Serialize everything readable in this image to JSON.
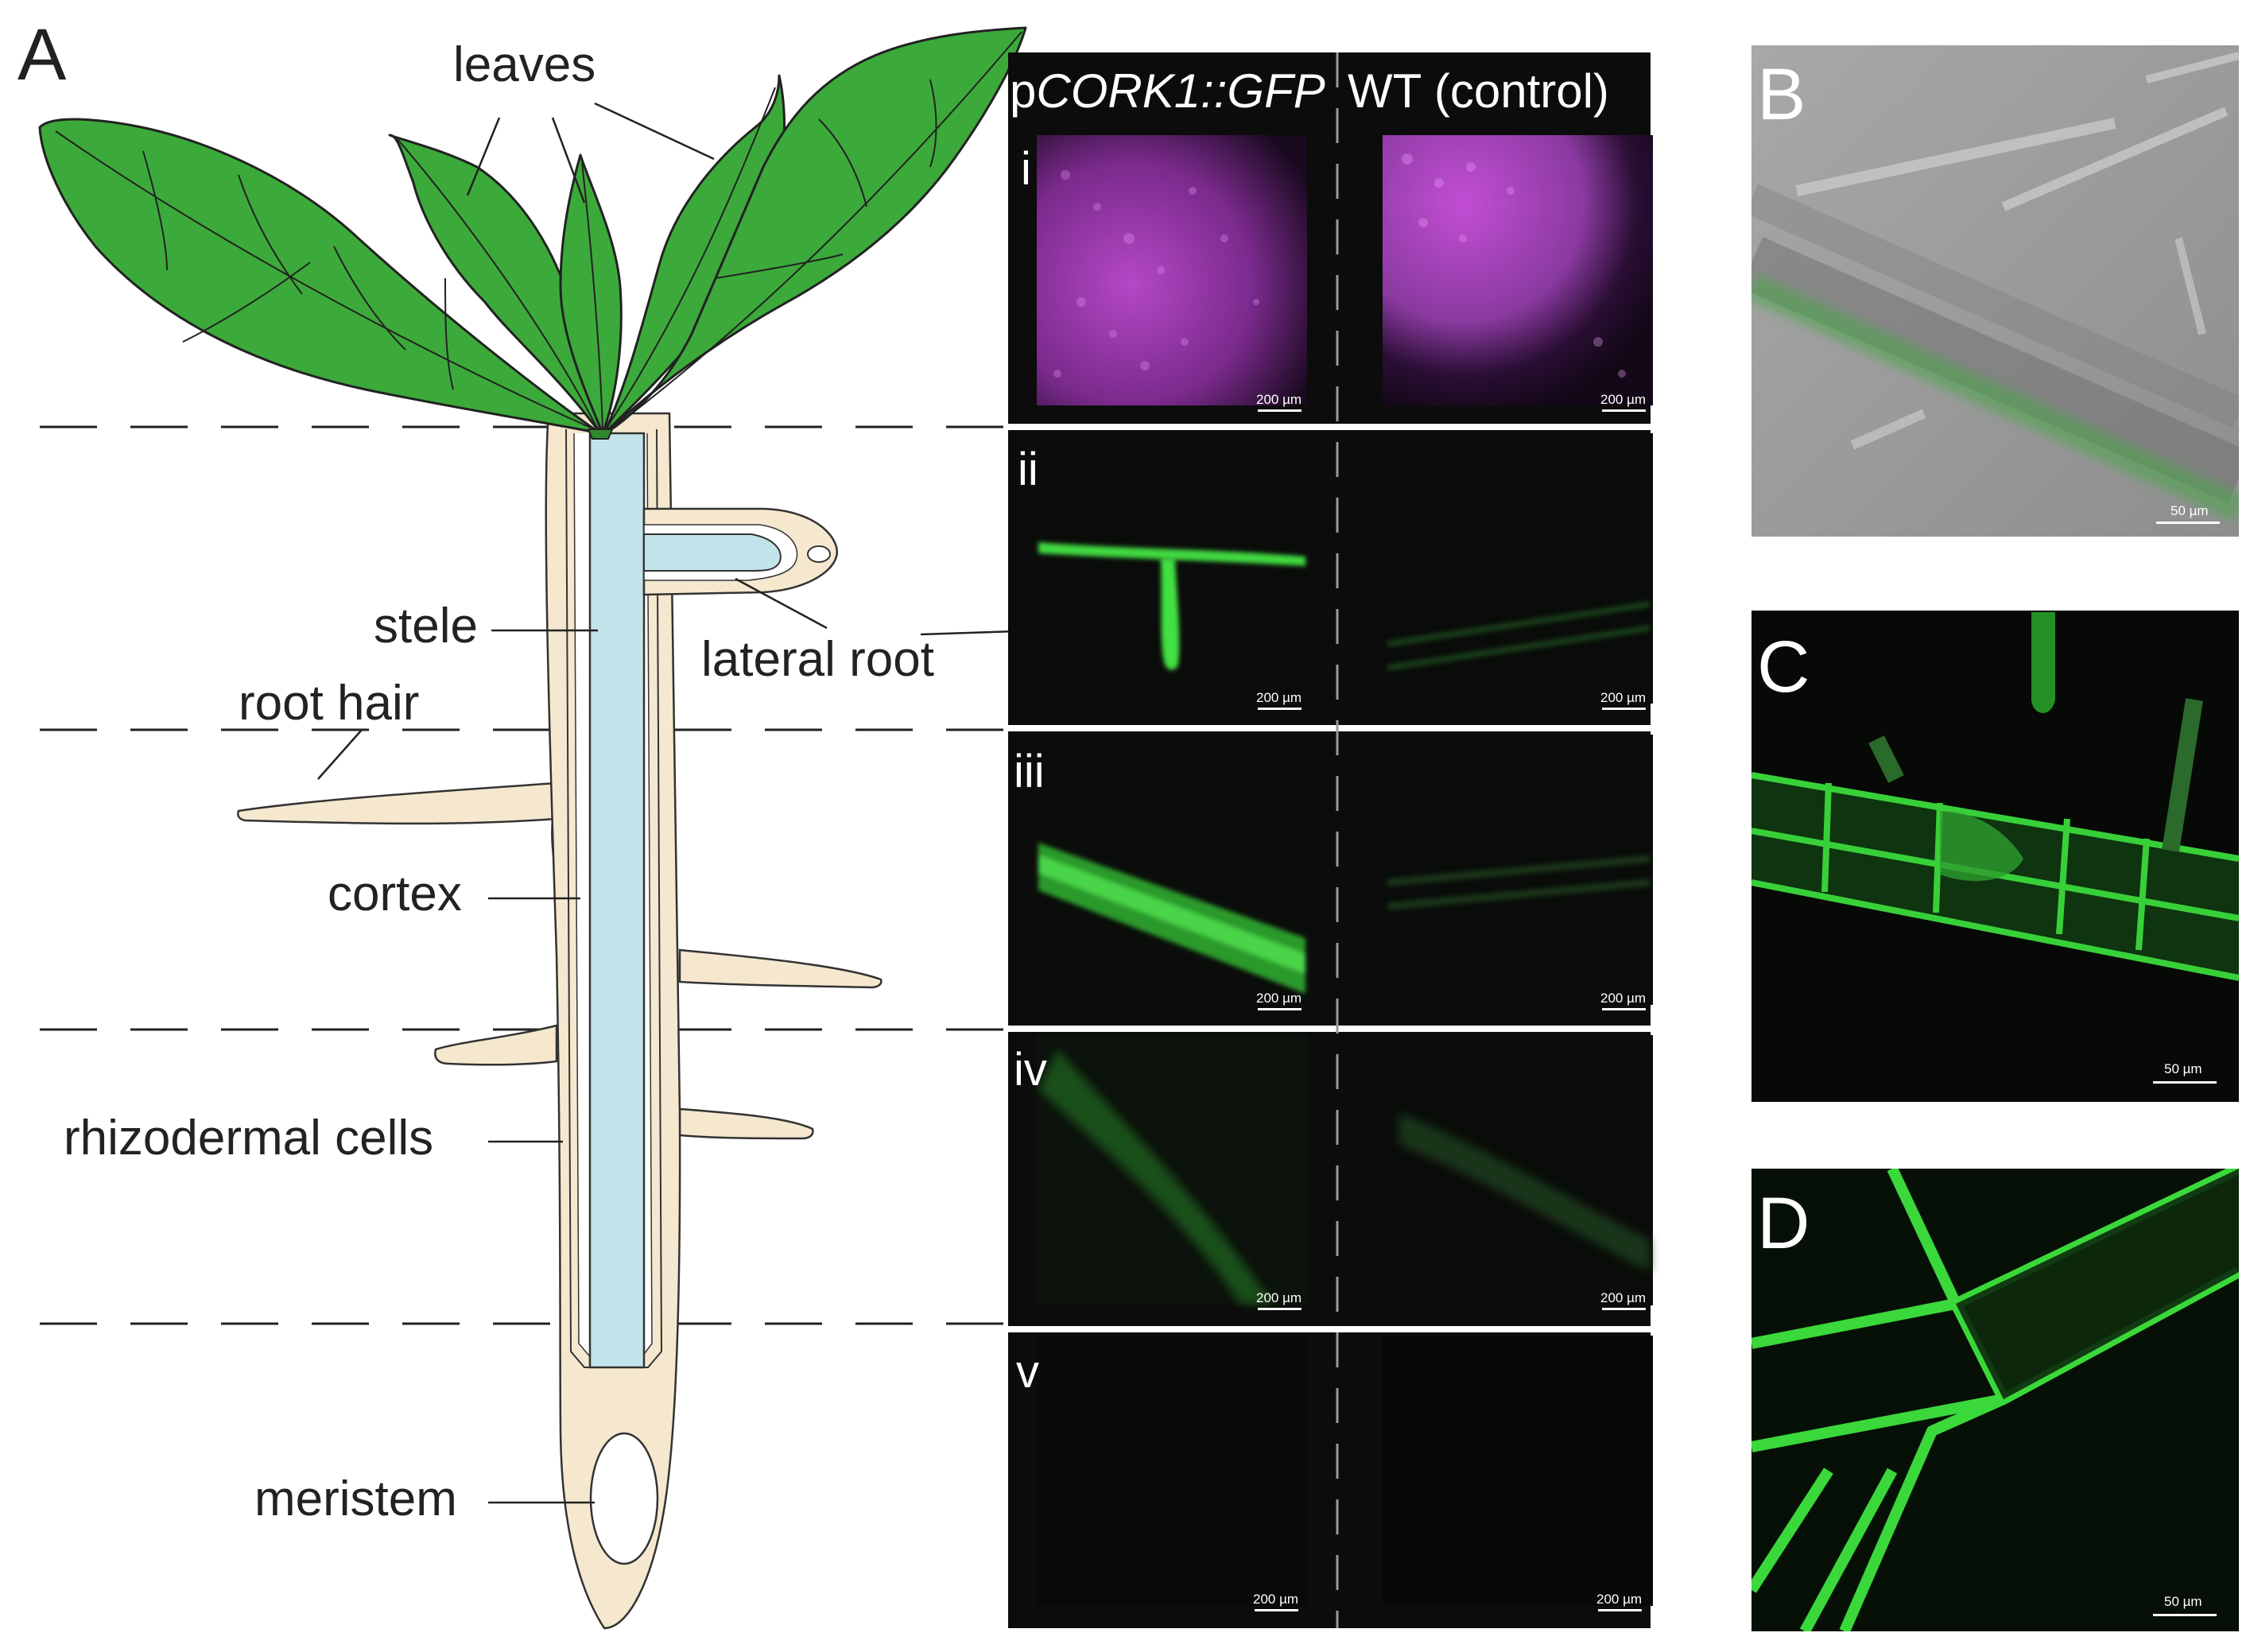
{
  "panel_letters": {
    "a": "A",
    "b": "B",
    "c": "C",
    "d": "D"
  },
  "diagram": {
    "leaves": "leaves",
    "stele": "stele",
    "lateral_root": "lateral root",
    "root_hair": "root hair",
    "cortex": "cortex",
    "rhizodermal_cells": "rhizodermal cells",
    "meristem": "meristem"
  },
  "headers": {
    "reporter_prefix": "p",
    "reporter_gene": "CORK1::GFP",
    "control": "WT (control)"
  },
  "rows": [
    "i",
    "ii",
    "iii",
    "iv",
    "v"
  ],
  "scale_bars": {
    "grid": "200 µm",
    "detail": "50 µm"
  },
  "colors": {
    "leaf": "#3caa3a",
    "root": "#f5e8cf",
    "stele": "#c3e3ea",
    "gfp": "#38d038",
    "chlorophyll": "#b040c8",
    "panel_bg": "#0c0c0c",
    "brightfield": "#9a9a9a"
  }
}
